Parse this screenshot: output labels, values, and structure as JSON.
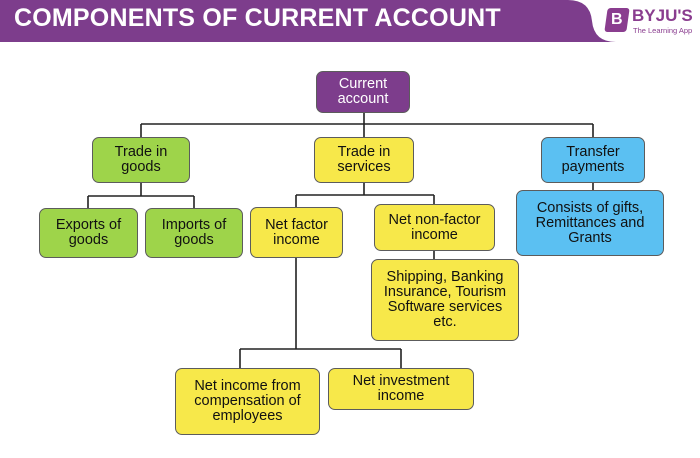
{
  "header": {
    "title": "COMPONENTS OF CURRENT ACCOUNT",
    "logo": {
      "name": "BYJU'S",
      "tagline": "The Learning App",
      "mark": "B"
    }
  },
  "colors": {
    "banner": "#7d3d8c",
    "root": "#7d3d8c",
    "goods": "#9ed44a",
    "services": "#f7e84a",
    "transfers": "#5bc0f2"
  },
  "diagram": {
    "root": "Current\naccount",
    "goods": {
      "label": "Trade in\ngoods",
      "exports": "Exports of\ngoods",
      "imports": "Imports of\ngoods"
    },
    "services": {
      "label": "Trade in\nservices",
      "net_factor": "Net factor\nincome",
      "net_non_factor": "Net non-factor\nincome",
      "non_factor_examples": "Shipping, Banking\nInsurance, Tourism\nSoftware services\netc.",
      "compensation": "Net income from\ncompensation of\nemployees",
      "investment": "Net investment\nincome"
    },
    "transfers": {
      "label": "Transfer\npayments",
      "details": "Consists of gifts,\nRemittances and\nGrants"
    }
  }
}
